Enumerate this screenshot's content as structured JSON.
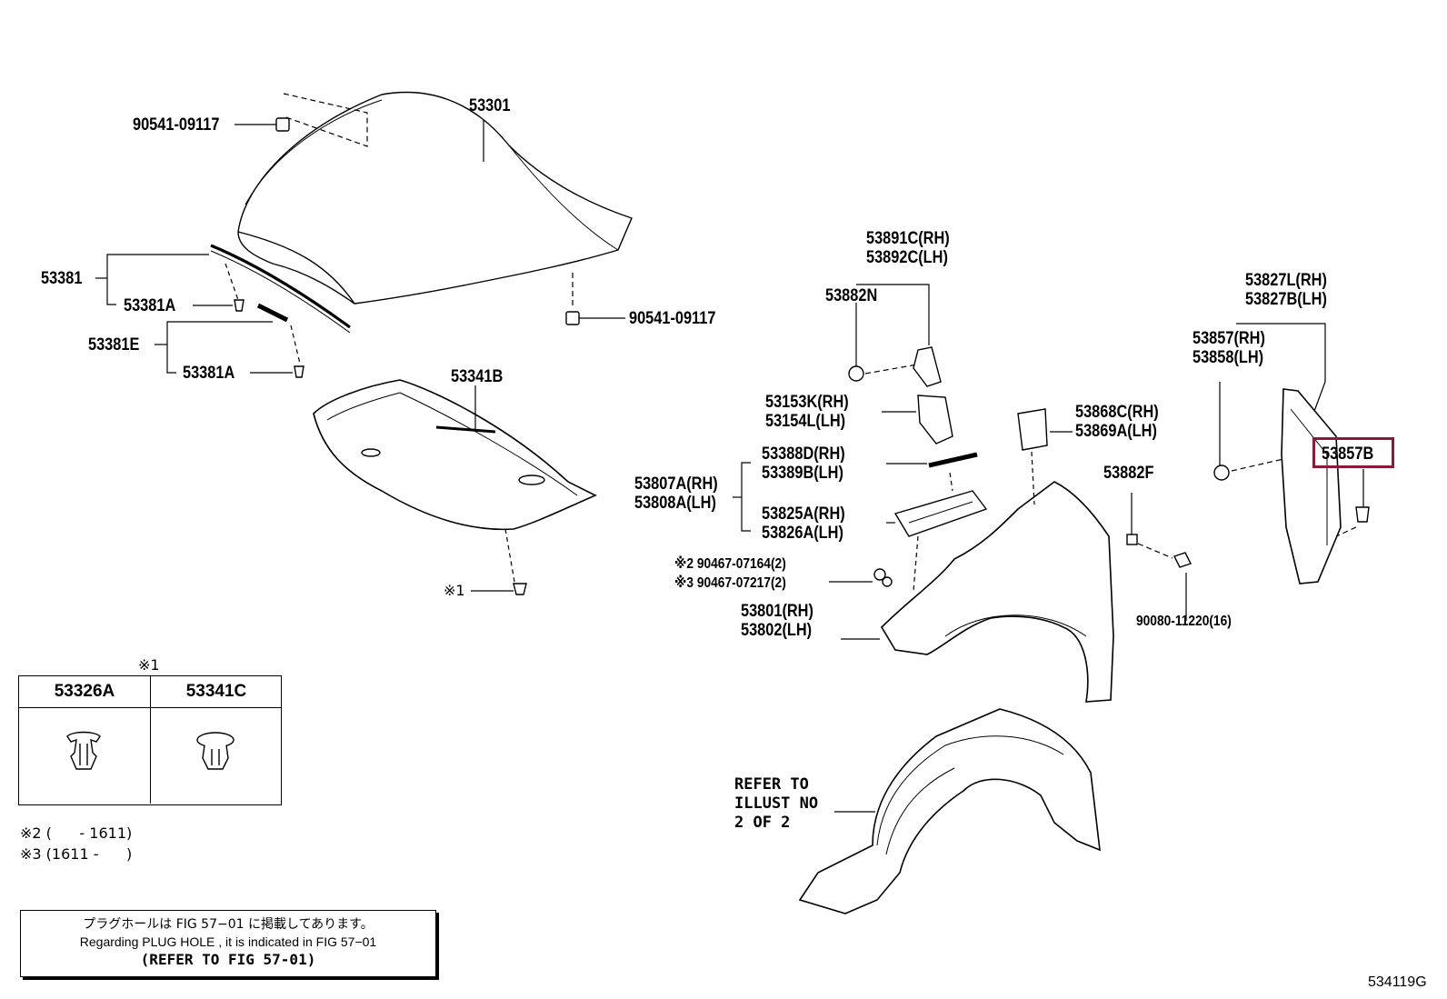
{
  "figure_id": "534119G",
  "highlight": {
    "label": "53857B",
    "color": "#8b1a3a"
  },
  "labels": {
    "hood": "53301",
    "hood_cushion_top": "90541-09117",
    "hood_cushion_right": "90541-09117",
    "seal_main": "53381",
    "seal_clip_a1": "53381A",
    "seal_e": "53381E",
    "seal_clip_a2": "53381A",
    "insulator": "53341B",
    "clip_ref1": "※1",
    "seal_c_rh": "53891C(RH)",
    "seal_c_lh": "53892C(LH)",
    "clip_882n": "53882N",
    "bracket_k_rh": "53153K(RH)",
    "bracket_l_lh": "53154L(LH)",
    "seal_d_rh": "53388D(RH)",
    "seal_b_lh": "53389B(LH)",
    "rh_807": "53807A(RH)",
    "lh_808": "53808A(LH)",
    "rh_825": "53825A(RH)",
    "lh_826": "53826A(LH)",
    "bolt2": "※2 90467-07164(2)",
    "bolt3": "※3 90467-07217(2)",
    "fender_rh": "53801(RH)",
    "fender_lh": "53802(LH)",
    "cushion_c_rh": "53868C(RH)",
    "cushion_a_lh": "53869A(LH)",
    "clip_882f": "53882F",
    "bolt_11220": "90080-11220(16)",
    "protector_l_rh": "53827L(RH)",
    "protector_b_lh": "53827B(LH)",
    "seal_857_rh": "53857(RH)",
    "seal_858_lh": "53858(LH)",
    "refer_1": "REFER TO",
    "refer_2": "ILLUST NO",
    "refer_3": "2 OF 2"
  },
  "clip_table": {
    "title": "※1",
    "columns": [
      "53326A",
      "53341C"
    ]
  },
  "footnotes": [
    "※2 (      - 1611)",
    "※3 (1611 -      )"
  ],
  "note": {
    "line_jp": "プラグホールは FIG  57−01 に掲載してあります。",
    "line_en": "Regarding  PLUG  HOLE , it is indicated in  FIG  57−01",
    "line_ref": "(REFER TO FIG 57-01)"
  }
}
